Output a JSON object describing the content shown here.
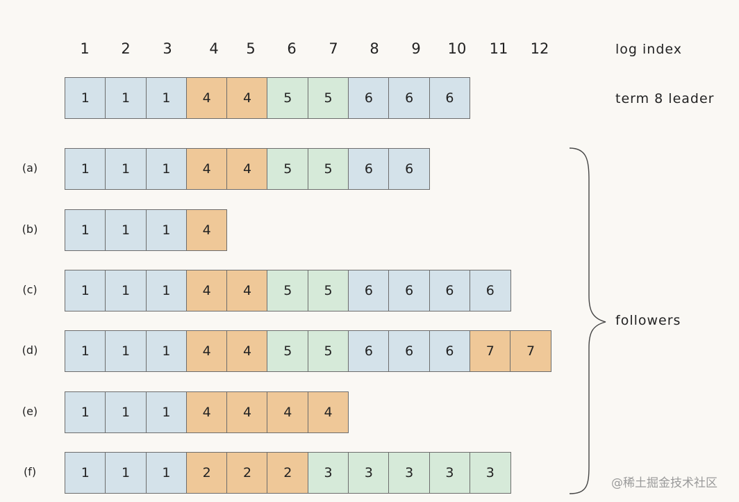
{
  "log_index": {
    "numbers": [
      "1",
      "2",
      "3",
      "4",
      "5",
      "6",
      "7",
      "8",
      "9",
      "10",
      "11",
      "12"
    ],
    "label": "log index"
  },
  "leader": {
    "label": "term 8 leader",
    "entries": [
      "1",
      "1",
      "1",
      "4",
      "4",
      "5",
      "5",
      "6",
      "6",
      "6"
    ]
  },
  "followers": {
    "label": "followers",
    "rows": [
      {
        "label": "(a)",
        "entries": [
          "1",
          "1",
          "1",
          "4",
          "4",
          "5",
          "5",
          "6",
          "6"
        ]
      },
      {
        "label": "(b)",
        "entries": [
          "1",
          "1",
          "1",
          "4"
        ]
      },
      {
        "label": "(c)",
        "entries": [
          "1",
          "1",
          "1",
          "4",
          "4",
          "5",
          "5",
          "6",
          "6",
          "6",
          "6"
        ]
      },
      {
        "label": "(d)",
        "entries": [
          "1",
          "1",
          "1",
          "4",
          "4",
          "5",
          "5",
          "6",
          "6",
          "6",
          "7",
          "7"
        ]
      },
      {
        "label": "(e)",
        "entries": [
          "1",
          "1",
          "1",
          "4",
          "4",
          "4",
          "4"
        ]
      },
      {
        "label": "(f)",
        "entries": [
          "1",
          "1",
          "1",
          "2",
          "2",
          "2",
          "3",
          "3",
          "3",
          "3",
          "3"
        ]
      }
    ]
  },
  "term_colors": {
    "1": "#d4e2ea",
    "2": "#efc898",
    "3": "#d6ead9",
    "4": "#efc898",
    "5": "#d6ead9",
    "6": "#d4e2ea",
    "7": "#efc898"
  },
  "watermark": "@稀土掘金技术社区"
}
